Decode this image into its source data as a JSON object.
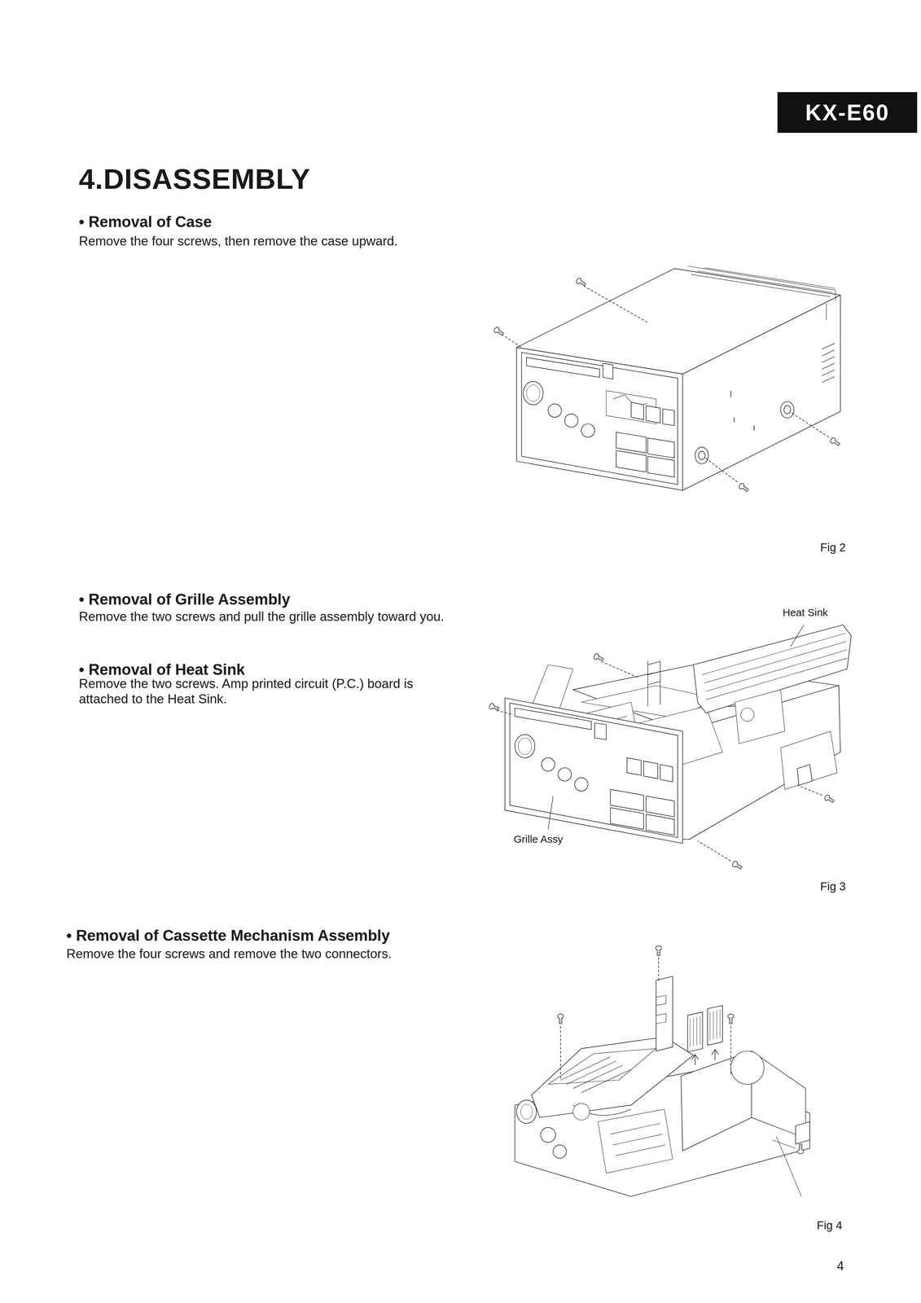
{
  "diagram": {
    "title": "4.DISASSEMBLY",
    "nodes": [
      {
        "text": [
          "KX-E60"
        ]
      }
    ],
    "labels": [
      "• Removal of Case",
      "Remove the four screws, then remove the case upward.",
      "Fig 2",
      "• Removal of Grille Assembly",
      "Remove the two screws and pull the grille assembly toward you.",
      "• Removal of Heat Sink",
      "Remove the two screws. Amp printed circuit (P.C.) board is attached to the Heat Sink.",
      "Heat Sink",
      "Grille Assy",
      "Fig 3",
      "• Removal of Cassette Mechanism Assembly",
      "Remove the four screws and remove the two connectors.",
      "Fig 4",
      "4"
    ]
  }
}
